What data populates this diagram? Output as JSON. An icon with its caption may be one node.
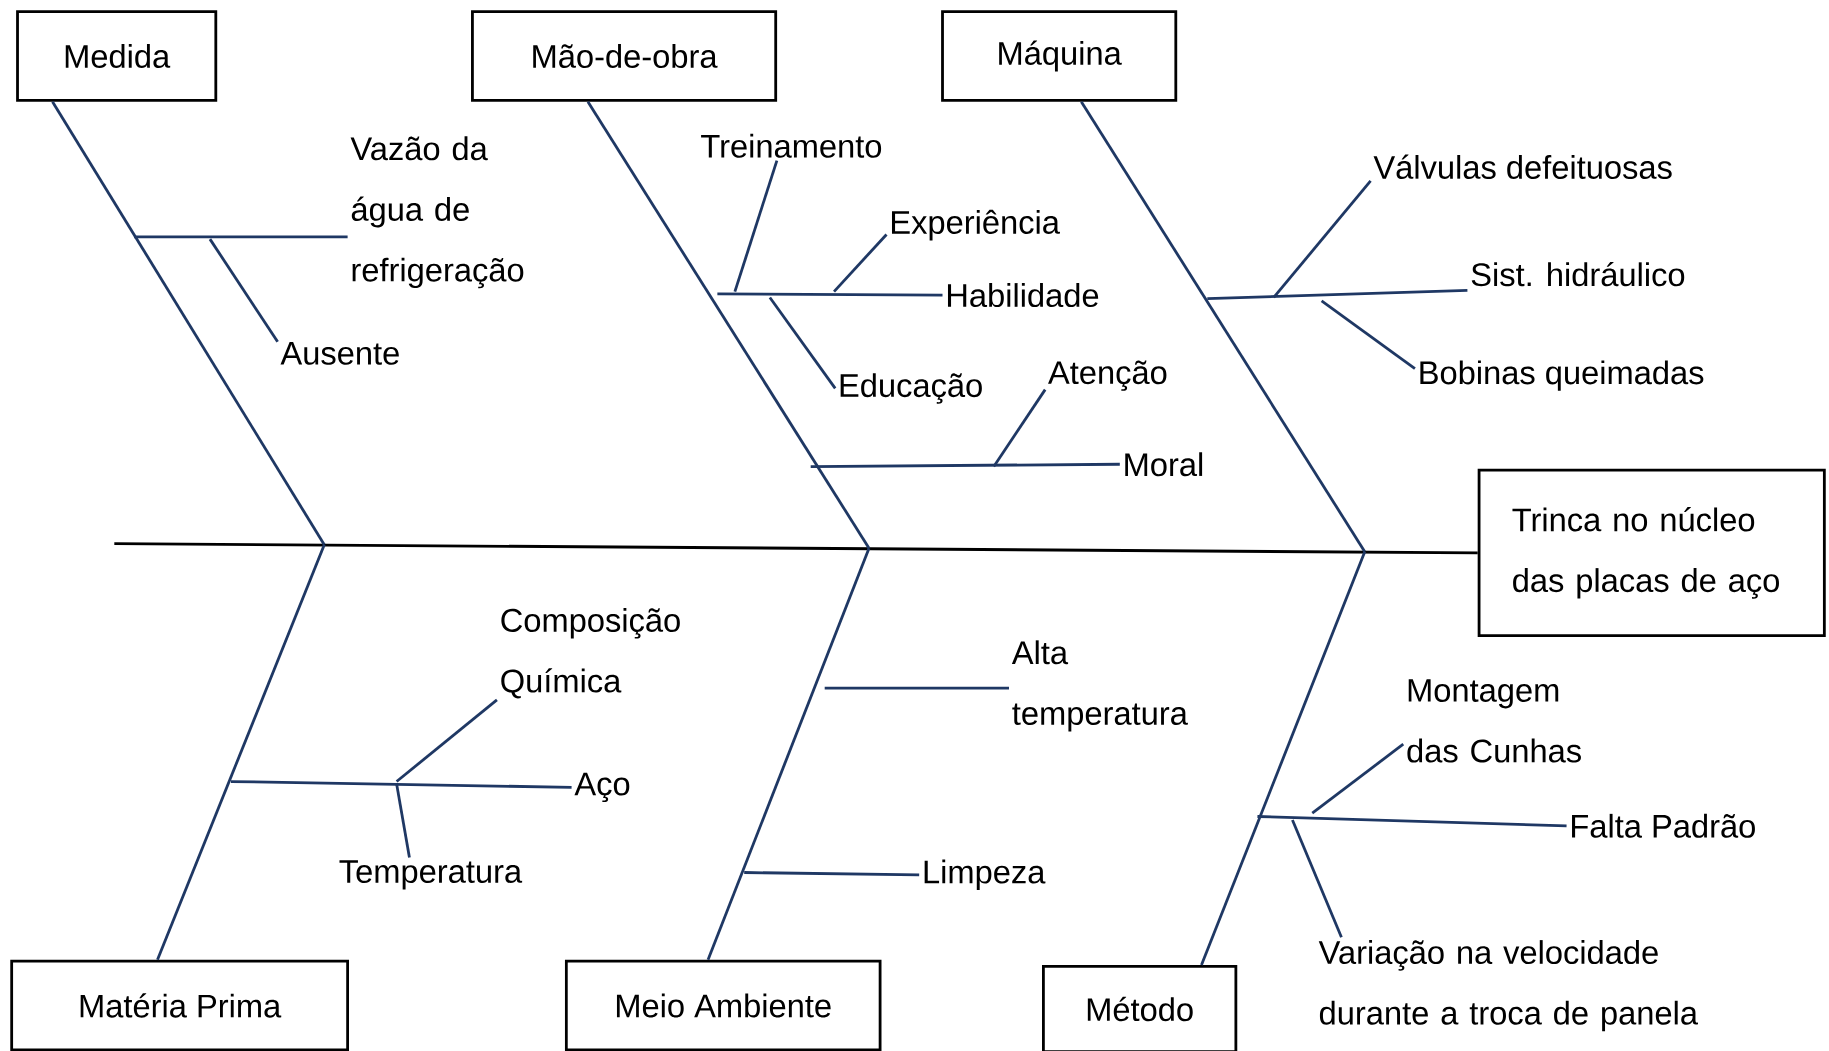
{
  "diagram": {
    "nodes": [
      {
        "text": [
          "Medida"
        ]
      },
      {
        "text": [
          "Mão-de-obra"
        ]
      },
      {
        "text": [
          "Máquina"
        ]
      },
      {
        "text": [
          "Vazão da água de refrigeração"
        ]
      },
      {
        "text": [
          "Treinamento"
        ]
      },
      {
        "text": [
          "Válvulas defeituosas"
        ]
      },
      {
        "text": [
          "Experiência"
        ]
      },
      {
        "text": [
          "Habilidade"
        ]
      },
      {
        "text": [
          "Sist. hidráulico"
        ]
      },
      {
        "text": [
          "Ausente"
        ]
      },
      {
        "text": [
          "Educação"
        ]
      },
      {
        "text": [
          "Atenção"
        ]
      },
      {
        "text": [
          "Bobinas queimadas"
        ]
      },
      {
        "text": [
          "Moral"
        ]
      },
      {
        "text": [
          "Trinca no núcleo das placas de aço"
        ]
      },
      {
        "text": [
          "Composição Química"
        ]
      },
      {
        "text": [
          "Alta temperatura"
        ]
      },
      {
        "text": [
          "Montagem das Cunhas"
        ]
      },
      {
        "text": [
          "Aço"
        ]
      },
      {
        "text": [
          "Falta Padrão"
        ]
      },
      {
        "text": [
          "Temperatura"
        ]
      },
      {
        "text": [
          "Limpeza"
        ]
      },
      {
        "text": [
          "Variação na velocidade durante a troca de panela"
        ]
      },
      {
        "text": [
          "Matéria Prima"
        ]
      },
      {
        "text": [
          "Meio Ambiente"
        ]
      },
      {
        "text": [
          "Método"
        ]
      }
    ],
    "edges": [
      {
        "from": null,
        "to": 14,
        "arrow": "none",
        "color": "#000000"
      },
      {
        "from": 0,
        "to": null,
        "arrow": "none"
      },
      {
        "from": 1,
        "to": null,
        "arrow": "none"
      },
      {
        "from": 2,
        "to": null,
        "arrow": "none"
      },
      {
        "from": 23,
        "to": null,
        "arrow": "none"
      },
      {
        "from": 24,
        "to": null,
        "arrow": "none"
      },
      {
        "from": 25,
        "to": null,
        "arrow": "none"
      },
      {
        "from": 3,
        "to": null,
        "arrow": "none"
      },
      {
        "from": 4,
        "to": null,
        "arrow": "none"
      },
      {
        "from": 5,
        "to": null,
        "arrow": "none"
      },
      {
        "from": 6,
        "to": null,
        "arrow": "none"
      },
      {
        "from": 7,
        "to": null,
        "arrow": "none"
      },
      {
        "from": 8,
        "to": null,
        "arrow": "none"
      },
      {
        "from": 9,
        "to": null,
        "arrow": "none"
      },
      {
        "from": 10,
        "to": null,
        "arrow": "none"
      },
      {
        "from": 11,
        "to": null,
        "arrow": "none"
      },
      {
        "from": 12,
        "to": null,
        "arrow": "none"
      },
      {
        "from": 13,
        "to": null,
        "arrow": "none"
      },
      {
        "from": 15,
        "to": null,
        "arrow": "none"
      },
      {
        "from": 16,
        "to": null,
        "arrow": "none"
      },
      {
        "from": 17,
        "to": null,
        "arrow": "none"
      },
      {
        "from": 18,
        "to": null,
        "arrow": "none"
      },
      {
        "from": 19,
        "to": null,
        "arrow": "none"
      },
      {
        "from": 20,
        "to": null,
        "arrow": "none"
      },
      {
        "from": 21,
        "to": null,
        "arrow": "none"
      },
      {
        "from": 22,
        "to": null,
        "arrow": "none"
      }
    ]
  }
}
